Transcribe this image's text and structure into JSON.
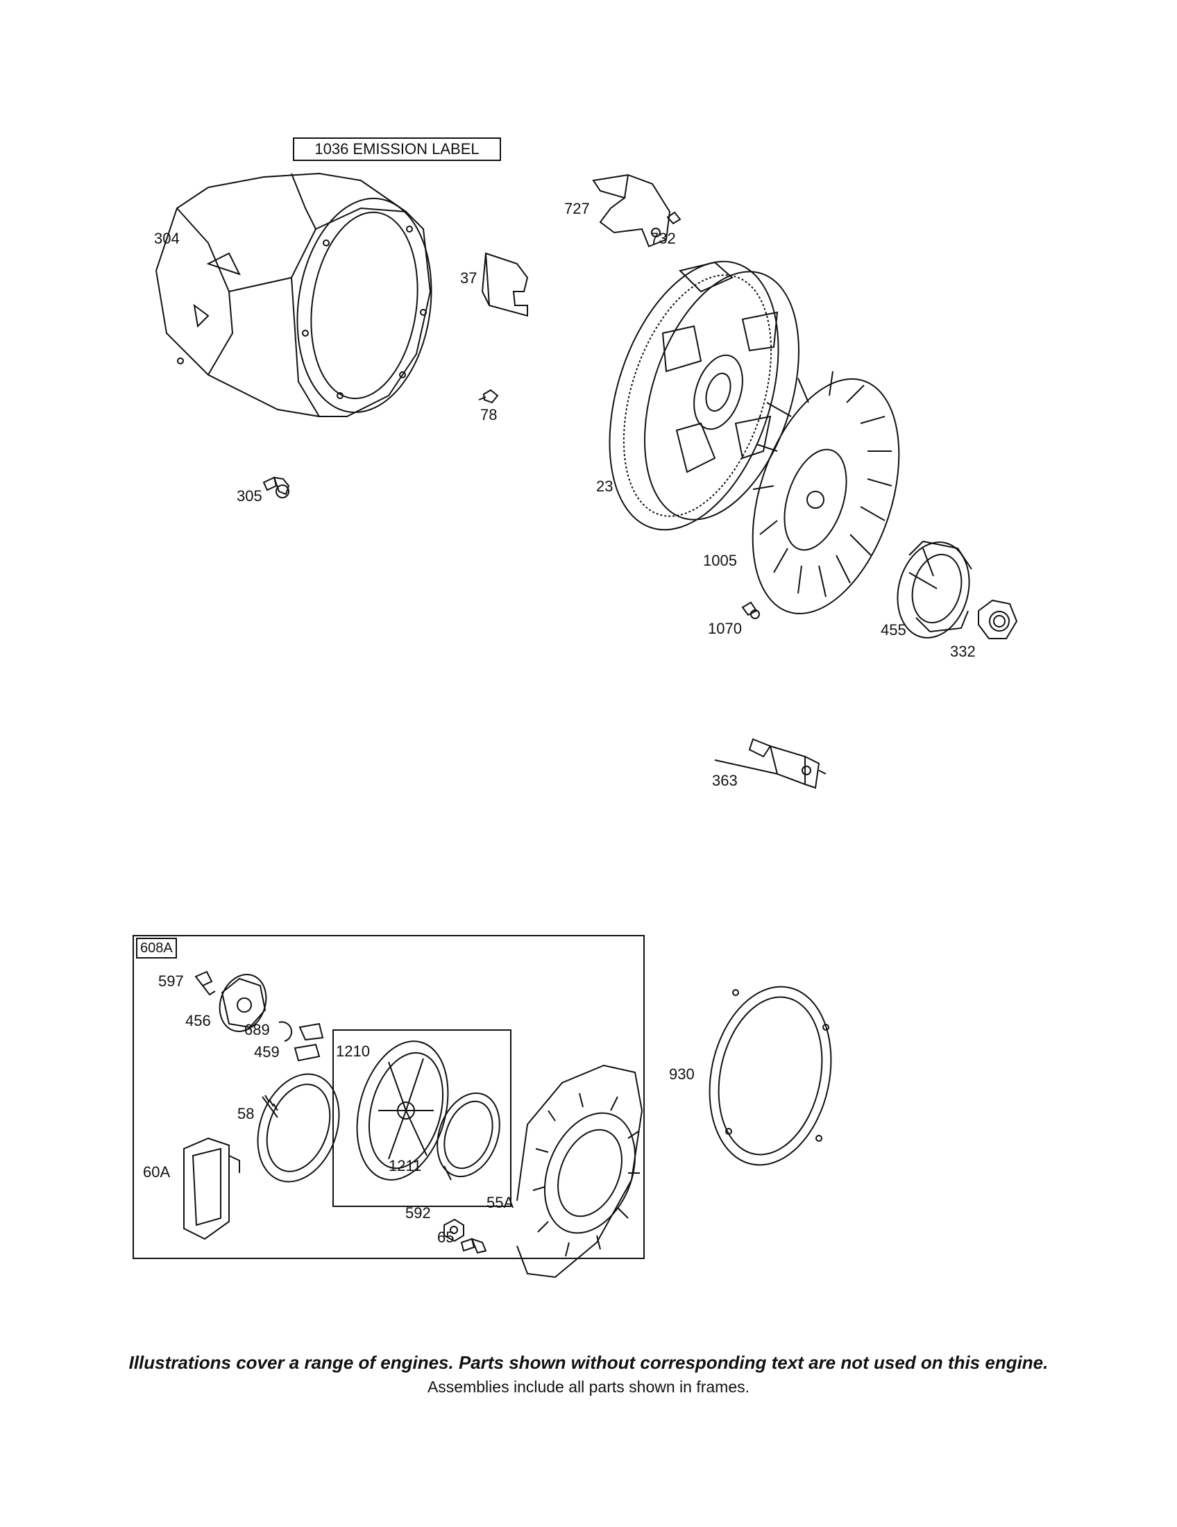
{
  "emission_label": "1036 EMISSION LABEL",
  "parts": {
    "p304": "304",
    "p727": "727",
    "p732": "732",
    "p37": "37",
    "p78": "78",
    "p23": "23",
    "p305": "305",
    "p1005": "1005",
    "p1070": "1070",
    "p455": "455",
    "p332": "332",
    "p363": "363",
    "p597": "597",
    "p456": "456",
    "p689": "689",
    "p459": "459",
    "p1210": "1210",
    "p58": "58",
    "p60A": "60A",
    "p1211": "1211",
    "p592": "592",
    "p55A": "55A",
    "p65": "65",
    "p930": "930"
  },
  "frames": {
    "outer_tag": "608A"
  },
  "footer": {
    "line1": "Illustrations cover a range of engines. Parts shown without corresponding text are not used on this engine.",
    "line2": "Assemblies include all parts shown in frames."
  }
}
